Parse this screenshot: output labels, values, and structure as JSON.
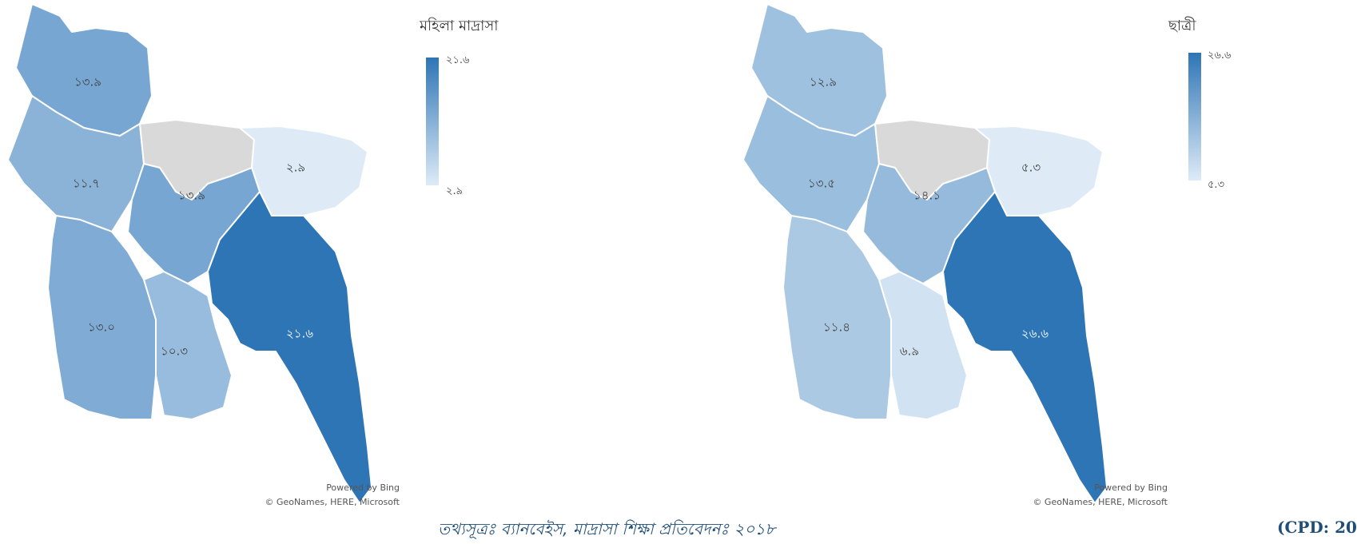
{
  "maps": [
    {
      "legend_title": "মহিলা মাদ্রাসা",
      "legend_max": "২১.৬",
      "legend_min": "২.৯",
      "attribution_powered": "Powered by Bing",
      "attribution_sources": "© GeoNames, HERE, Microsoft",
      "regions": [
        {
          "name": "rangpur",
          "label": "১৩.৯",
          "value": 13.9
        },
        {
          "name": "rajshahi",
          "label": "১১.৭",
          "value": 11.7
        },
        {
          "name": "mymensingh",
          "label": "",
          "value": null
        },
        {
          "name": "sylhet",
          "label": "২.৯",
          "value": 2.9
        },
        {
          "name": "dhaka",
          "label": "১৩.৯",
          "value": 13.9
        },
        {
          "name": "khulna",
          "label": "১৩.০",
          "value": 13.0
        },
        {
          "name": "barishal",
          "label": "১০.৩",
          "value": 10.3
        },
        {
          "name": "chattogram",
          "label": "২১.৬",
          "value": 21.6
        }
      ]
    },
    {
      "legend_title": "ছাত্রী",
      "legend_max": "২৬.৬",
      "legend_min": "৫.৩",
      "attribution_powered": "Powered by Bing",
      "attribution_sources": "© GeoNames, HERE, Microsoft",
      "regions": [
        {
          "name": "rangpur",
          "label": "১২.৯",
          "value": 12.9
        },
        {
          "name": "rajshahi",
          "label": "১৩.৫",
          "value": 13.5
        },
        {
          "name": "mymensingh",
          "label": "",
          "value": null
        },
        {
          "name": "sylhet",
          "label": "৫.৩",
          "value": 5.3
        },
        {
          "name": "dhaka",
          "label": "১৪.১",
          "value": 14.1
        },
        {
          "name": "khulna",
          "label": "১১.৪",
          "value": 11.4
        },
        {
          "name": "barishal",
          "label": "৬.৯",
          "value": 6.9
        },
        {
          "name": "chattogram",
          "label": "২৬.৬",
          "value": 26.6
        }
      ]
    }
  ],
  "colors": {
    "scale_low": "#deebf7",
    "scale_high": "#2e75b6",
    "no_data": "#d9d9d9"
  },
  "source_note": "তথ্যসূত্রঃ ব্যানবেইস, মাদ্রাসা শিক্ষা প্রতিবেদনঃ ২০১৮",
  "cpd_mark": "(CPD: 20"
}
